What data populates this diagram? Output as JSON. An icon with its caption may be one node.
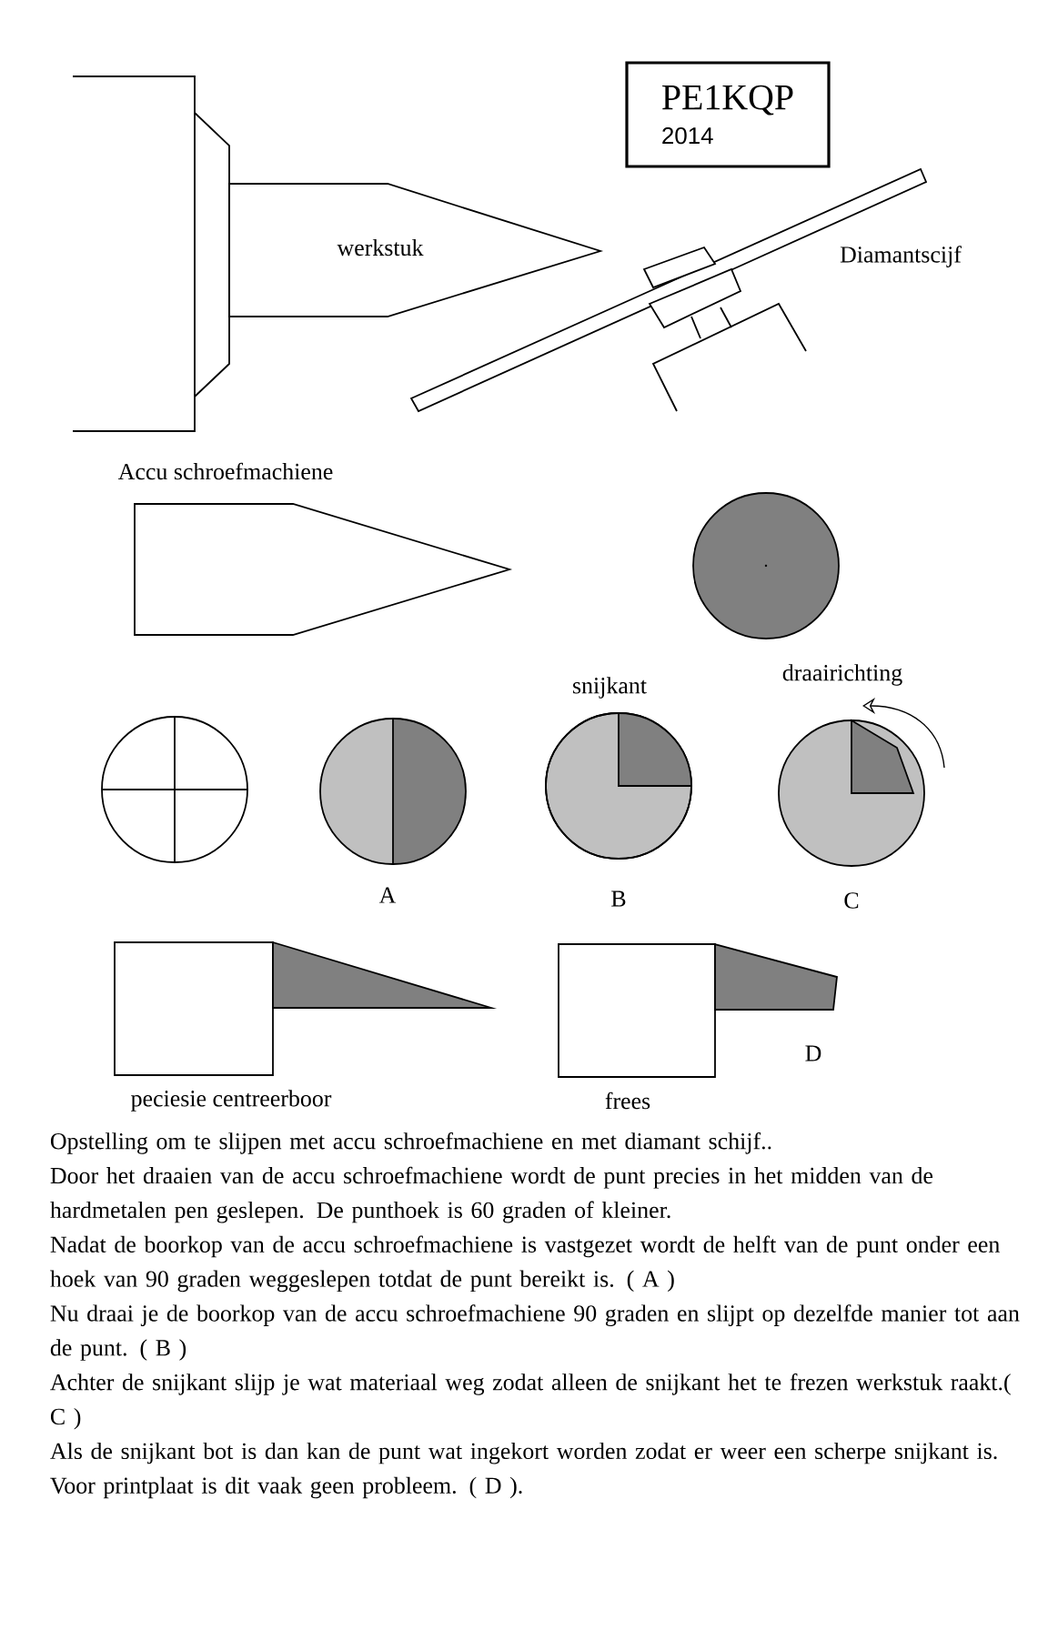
{
  "diagram": {
    "nodes": [
      {
        "text": [
          "PE1KQP",
          "2014"
        ]
      },
      {
        "text": [
          "werkstuk"
        ]
      }
    ],
    "labels": [
      "Accu schroefmachiene",
      "Diamantscijf",
      "snijkant",
      "draairichting",
      "A",
      "B",
      "C",
      "peciesie centreerboor",
      "frees",
      "D",
      "Opstelling om te slijpen met accu schroefmachiene en met diamant schijf..",
      "Door het draaien van de accu schroefmachiene wordt de punt precies in het midden van de hardmetalen pen geslepen. De punthoek is 60 graden of kleiner.",
      "Nadat de boorkop van de accu schroefmachiene is vastgezet wordt de helft van de punt onder een hoek van 90 graden weggeslepen totdat de punt bereikt is. ( A )",
      "Nu draai je de boorkop van de accu schroefmachiene 90 graden en slijpt op dezelfde manier tot aan de punt. ( B )",
      "Achter de snijkant slijp je wat materiaal weg zodat alleen de snijkant het te frezen werkstuk raakt.( C )",
      "Als de snijkant bot is dan kan de punt wat ingekort worden zodat er weer een scherpe snijkant is. Voor printplaat is dit vaak geen probleem. ( D )."
    ]
  }
}
